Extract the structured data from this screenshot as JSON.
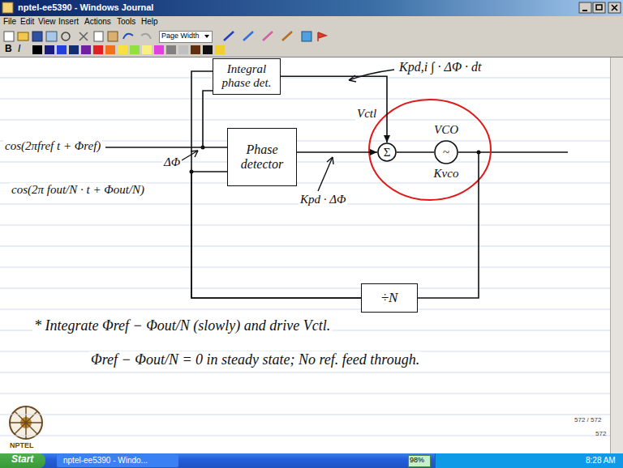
{
  "diagram": {
    "nodes": [
      {
        "text": [
          "Integral phase det."
        ]
      },
      {
        "text": [
          "Phase detector"
        ]
      },
      {
        "text": [
          "Σ"
        ]
      },
      {
        "text": [
          "VCO",
          "~",
          "Kvco"
        ]
      },
      {
        "text": [
          "÷N"
        ]
      }
    ],
    "edges": [
      {
        "from": 0,
        "to": 2,
        "arrow": "to"
      },
      {
        "from": 1,
        "to": 2,
        "arrow": "to"
      },
      {
        "from": 2,
        "to": 3,
        "arrow": "none"
      },
      {
        "from": 3,
        "to": 4,
        "arrow": "none"
      },
      {
        "from": 4,
        "to": 1,
        "arrow": "none"
      },
      {
        "from": 4,
        "to": 0,
        "arrow": "none"
      }
    ],
    "labels": [
      "nptel-ee5390 - Windows Journal",
      "File",
      "Edit",
      "View",
      "Insert",
      "Actions",
      "Tools",
      "Help",
      "Page Width",
      "B",
      "I",
      "Kpd,i ∫ · ΔΦ · dt",
      "cos(2πfref t + Φref)",
      "ΔΦ",
      "cos(2π fout/N · t + Φout/N)",
      "Vctl",
      "Kpd · ΔΦ",
      "* Integrate Φref − Φout/N (slowly) and drive Vctl.",
      "Φref − Φout/N = 0 in steady state; No ref. feed through.",
      "NPTEL",
      "572 / 572",
      "572",
      "Start",
      "nptel-ee5390 - Windo...",
      "98%",
      "8:28 AM"
    ]
  }
}
